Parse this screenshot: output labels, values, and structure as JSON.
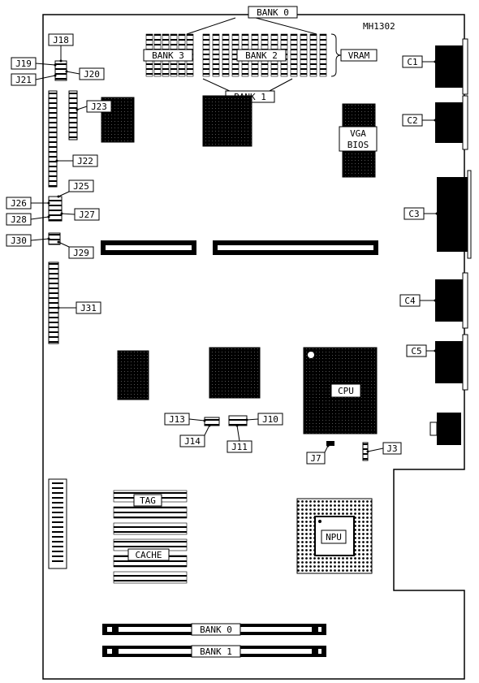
{
  "figure_id": "MH1302",
  "labels": {
    "bank0": "BANK 0",
    "bank1": "BANK 1",
    "bank2": "BANK 2",
    "bank3": "BANK 3",
    "vram": "VRAM",
    "vga_bios": [
      "VGA",
      "BIOS"
    ],
    "cpu": "CPU",
    "npu": "NPU",
    "tag": "TAG",
    "cache": "CACHE",
    "simm_bank0": "BANK 0",
    "simm_bank1": "BANK 1"
  },
  "jumpers": {
    "j3": "J3",
    "j7": "J7",
    "j10": "J10",
    "j11": "J11",
    "j13": "J13",
    "j14": "J14",
    "j18": "J18",
    "j19": "J19",
    "j20": "J20",
    "j21": "J21",
    "j22": "J22",
    "j23": "J23",
    "j25": "J25",
    "j26": "J26",
    "j27": "J27",
    "j28": "J28",
    "j29": "J29",
    "j30": "J30",
    "j31": "J31"
  },
  "connectors": {
    "c1": "C1",
    "c2": "C2",
    "c3": "C3",
    "c4": "C4",
    "c5": "C5"
  }
}
